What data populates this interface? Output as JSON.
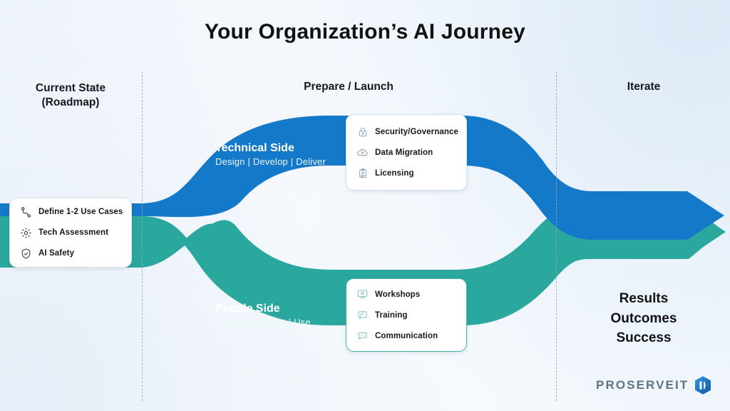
{
  "slide": {
    "title": "Your Organization’s AI Journey"
  },
  "colors": {
    "technical_blue": "#1479c8",
    "people_teal": "#2ba89e",
    "background": "#eef4fb",
    "text_dark": "#111214",
    "divider": "#9aa6b2",
    "logo_text": "#5f7384"
  },
  "stages": [
    {
      "id": "current-state",
      "label_line1": "Current State",
      "label_line2": "(Roadmap)"
    },
    {
      "id": "prepare-launch",
      "label_line1": "Prepare / Launch",
      "label_line2": ""
    },
    {
      "id": "iterate",
      "label_line1": "Iterate",
      "label_line2": ""
    }
  ],
  "current_state_card": {
    "items": [
      {
        "icon": "route-icon",
        "label": "Define 1-2 Use Cases"
      },
      {
        "icon": "gear-icon",
        "label": "Tech Assessment"
      },
      {
        "icon": "shield-icon",
        "label": "AI Safety"
      }
    ]
  },
  "technical_branch": {
    "title": "Technical Side",
    "subtitle": "Design  |  Develop  |  Deliver",
    "card": {
      "items": [
        {
          "icon": "lock-icon",
          "label": "Security/Governance"
        },
        {
          "icon": "cloud-icon",
          "label": "Data Migration"
        },
        {
          "icon": "clipboard-icon",
          "label": "Licensing"
        }
      ]
    }
  },
  "people_branch": {
    "title": "People Side",
    "subtitle": "Embrace  |  Adopt  |  Use",
    "card": {
      "items": [
        {
          "icon": "presentation-icon",
          "label": "Workshops"
        },
        {
          "icon": "whiteboard-icon",
          "label": "Training"
        },
        {
          "icon": "chat-icon",
          "label": "Communication"
        }
      ]
    }
  },
  "outcome": {
    "line1": "Results",
    "line2": "Outcomes",
    "line3": "Success"
  },
  "logo": {
    "wordmark": "PROSERVEIT",
    "icon": "proserveit-hexagon-icon"
  }
}
